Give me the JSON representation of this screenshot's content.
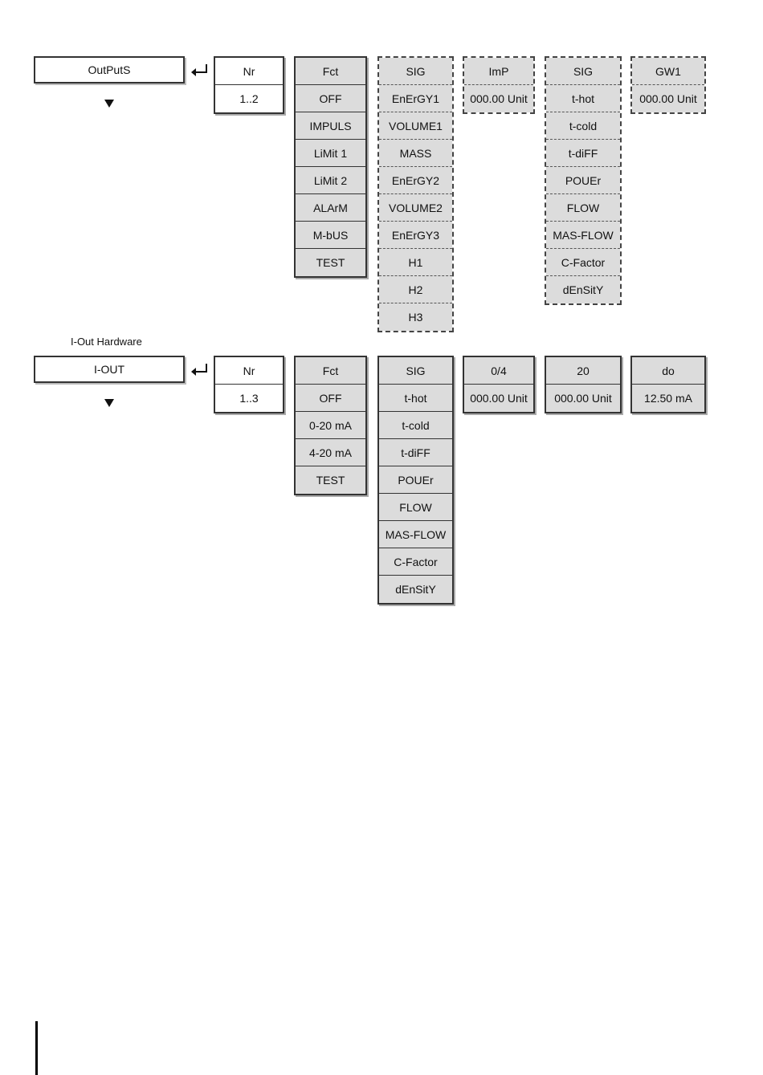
{
  "outputs": {
    "menu_label": "OutPutS",
    "nr": {
      "header": "Nr",
      "value": "1..2"
    },
    "fct": [
      "Fct",
      "OFF",
      "IMPULS",
      "LiMit 1",
      "LiMit 2",
      "ALArM",
      "M-bUS",
      "TEST"
    ],
    "sig_impulse": [
      "SIG",
      "EnErGY1",
      "VOLUME1",
      "MASS",
      "EnErGY2",
      "VOLUME2",
      "EnErGY3",
      "H1",
      "H2",
      "H3"
    ],
    "imp": [
      "ImP",
      "000.00 Unit"
    ],
    "sig_limit": [
      "SIG",
      "t-hot",
      "t-cold",
      "t-diFF",
      "POUEr",
      "FLOW",
      "MAS-FLOW",
      "C-Factor",
      "dEnSitY"
    ],
    "gw1": [
      "GW1",
      "000.00 Unit"
    ]
  },
  "iout": {
    "caption": "I-Out Hardware",
    "menu_label": "I-OUT",
    "nr": {
      "header": "Nr",
      "value": "1..3"
    },
    "fct": [
      "Fct",
      "OFF",
      "0-20 mA",
      "4-20 mA",
      "TEST"
    ],
    "sig": [
      "SIG",
      "t-hot",
      "t-cold",
      "t-diFF",
      "POUEr",
      "FLOW",
      "MAS-FLOW",
      "C-Factor",
      "dEnSitY"
    ],
    "zero_four": [
      "0/4",
      "000.00 Unit"
    ],
    "twenty": [
      "20",
      "000.00 Unit"
    ],
    "do": [
      "do",
      "12.50 mA"
    ]
  }
}
